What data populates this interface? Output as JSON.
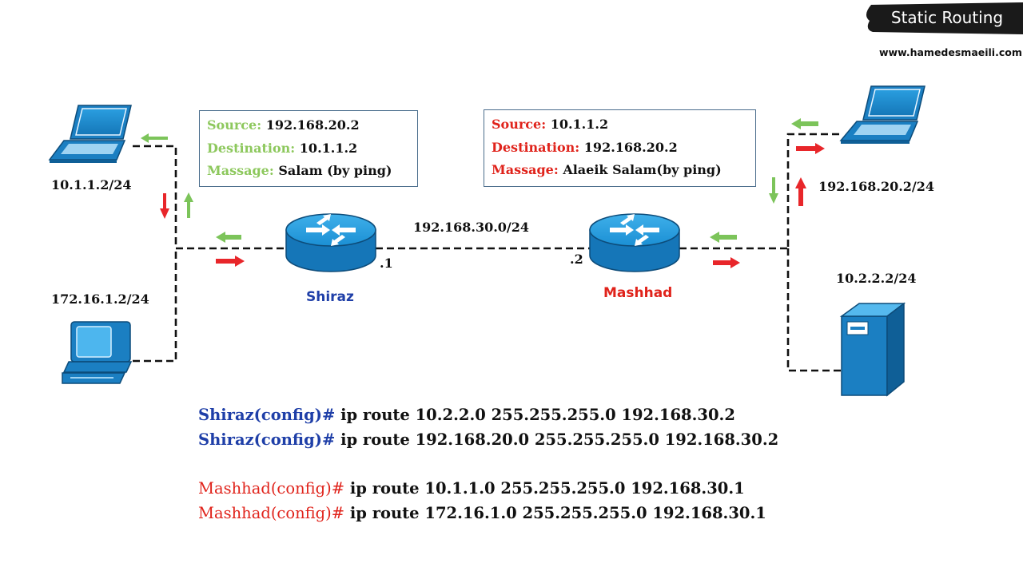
{
  "header": {
    "title": "Static Routing",
    "website": "www.hamedesmaeili.com"
  },
  "colors": {
    "shiraz_blue": "#1f3fa8",
    "mashhad_red": "#e0231b",
    "green_label": "#8dc85d",
    "router_blue": "#1e90d6",
    "arrow_red": "#e8262a",
    "arrow_green": "#7cc45a"
  },
  "hosts": {
    "laptop_left": {
      "icon": "laptop-icon",
      "ip": "10.1.1.2/24"
    },
    "pc_left": {
      "icon": "desktop-pc-icon",
      "ip": "172.16.1.2/24"
    },
    "laptop_right": {
      "icon": "laptop-icon",
      "ip": "192.168.20.2/24"
    },
    "server_right": {
      "icon": "server-tower-icon",
      "ip": "10.2.2.2/24"
    }
  },
  "routers": {
    "shiraz": {
      "icon": "router-icon",
      "name": "Shiraz",
      "interface": ".1"
    },
    "mashhad": {
      "icon": "router-icon",
      "name": "Mashhad",
      "interface": ".2"
    },
    "link_network": "192.168.30.0/24"
  },
  "packets": {
    "request": {
      "source_label": "Source:",
      "source": "192.168.20.2",
      "destination_label": "Destination:",
      "destination": "10.1.1.2",
      "message_label": "Massage:",
      "message": "Salam (by ping)"
    },
    "reply": {
      "source_label": "Source:",
      "source": "10.1.1.2",
      "destination_label": "Destination:",
      "destination": "192.168.20.2",
      "message_label": "Massage:",
      "message": "Alaeik Salam(by ping)"
    }
  },
  "commands": {
    "shiraz": [
      {
        "prompt": "Shiraz(config)#",
        "command": " ip route 10.2.2.0 255.255.255.0 192.168.30.2"
      },
      {
        "prompt": "Shiraz(config)#",
        "command": " ip route 192.168.20.0 255.255.255.0 192.168.30.2"
      }
    ],
    "mashhad": [
      {
        "prompt": "Mashhad(config)#",
        "command": " ip route 10.1.1.0 255.255.255.0 192.168.30.1"
      },
      {
        "prompt": "Mashhad(config)#",
        "command": " ip route 172.16.1.0 255.255.255.0 192.168.30.1"
      }
    ]
  }
}
